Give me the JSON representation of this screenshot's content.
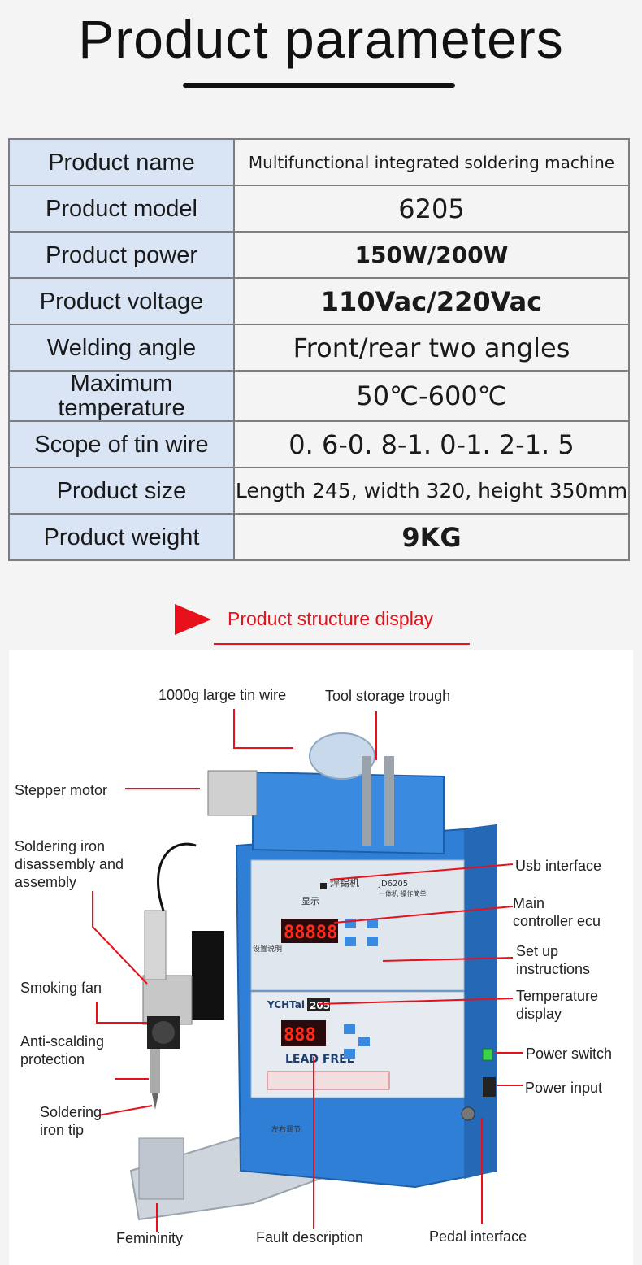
{
  "header": {
    "title": "Product parameters"
  },
  "parameters": [
    {
      "label": "Product name",
      "value": "Multifunctional integrated soldering machine"
    },
    {
      "label": "Product model",
      "value": "6205"
    },
    {
      "label": "Product power",
      "value": "150W/200W"
    },
    {
      "label": "Product voltage",
      "value": "110Vac/220Vac"
    },
    {
      "label": "Welding angle",
      "value": "Front/rear two angles"
    },
    {
      "label": "Maximum temperature",
      "value": "50℃-600℃"
    },
    {
      "label": "Scope of tin wire",
      "value": "0. 6-0. 8-1. 0-1. 2-1. 5"
    },
    {
      "label": "Product size",
      "value": "Length 245, width 320, height 350mm"
    },
    {
      "label": "Product weight",
      "value": "9KG"
    }
  ],
  "section": {
    "title": "Product structure display"
  },
  "machine": {
    "panel_brand": "YCHTai",
    "panel_model": "JD6205",
    "panel_name": "焊锡机",
    "panel_sub": "一体机 操作简单",
    "display_top": "88888",
    "display_temp": "888",
    "temp_badge": "205",
    "lead_free": "LEAD FREE",
    "setup_text": "设置说明",
    "display_text": "显示",
    "adjust_text": "左右调节",
    "colors": {
      "body": "#2f7fd6",
      "panel": "#dfe6ee",
      "led": "#ff2a1a",
      "arrow": "#e8101a"
    }
  },
  "callouts": {
    "tin_wire": "1000g large tin wire",
    "tool_trough": "Tool storage trough",
    "stepper_motor": "Stepper motor",
    "iron_assembly": [
      "Soldering iron",
      "disassembly and",
      "assembly"
    ],
    "usb": "Usb interface",
    "ecu": [
      "Main",
      "controller ecu"
    ],
    "setup": [
      "Set up",
      "instructions"
    ],
    "smoking_fan": "Smoking fan",
    "temp_display": [
      "Temperature",
      "display"
    ],
    "anti_scald": [
      "Anti-scalding",
      "protection"
    ],
    "power_switch": "Power switch",
    "power_input": "Power input",
    "iron_tip": [
      "Soldering",
      "iron tip"
    ],
    "femininity": "Femininity",
    "fault": "Fault description",
    "pedal": "Pedal interface"
  }
}
